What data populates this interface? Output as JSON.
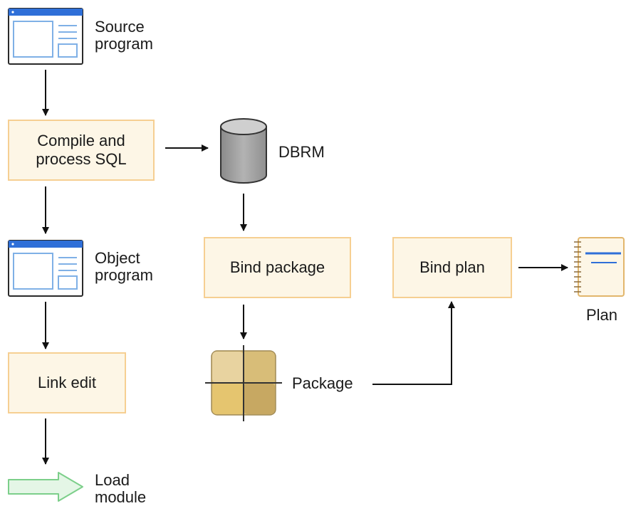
{
  "nodes": {
    "source_program": "Source\nprogram",
    "compile": "Compile  and\nprocess SQL",
    "dbrm": "DBRM",
    "object_program": "Object\nprogram",
    "bind_package": "Bind package",
    "bind_plan": "Bind plan",
    "plan": "Plan",
    "link_edit": "Link edit",
    "package": "Package",
    "load_module": "Load\nmodule"
  },
  "icons": {
    "source_program": "program-window-icon",
    "object_program": "program-window-icon",
    "dbrm": "database-cylinder-icon",
    "package": "package-grid-icon",
    "plan": "notebook-plan-icon",
    "load_module": "arrow-right-icon"
  },
  "colors": {
    "box_fill": "#fdf6e6",
    "box_border": "#f6cf92",
    "window_blue": "#2f6fd8",
    "window_frame": "#2a2a2a",
    "window_panel": "#7fb0e6",
    "cylinder": "#9a9a9a",
    "package_light": "#e6cf95",
    "package_dark": "#c9a860",
    "plan_line": "#2f6fd8",
    "load_arrow_fill": "#e4f6e6",
    "load_arrow_stroke": "#7ccf8a"
  }
}
